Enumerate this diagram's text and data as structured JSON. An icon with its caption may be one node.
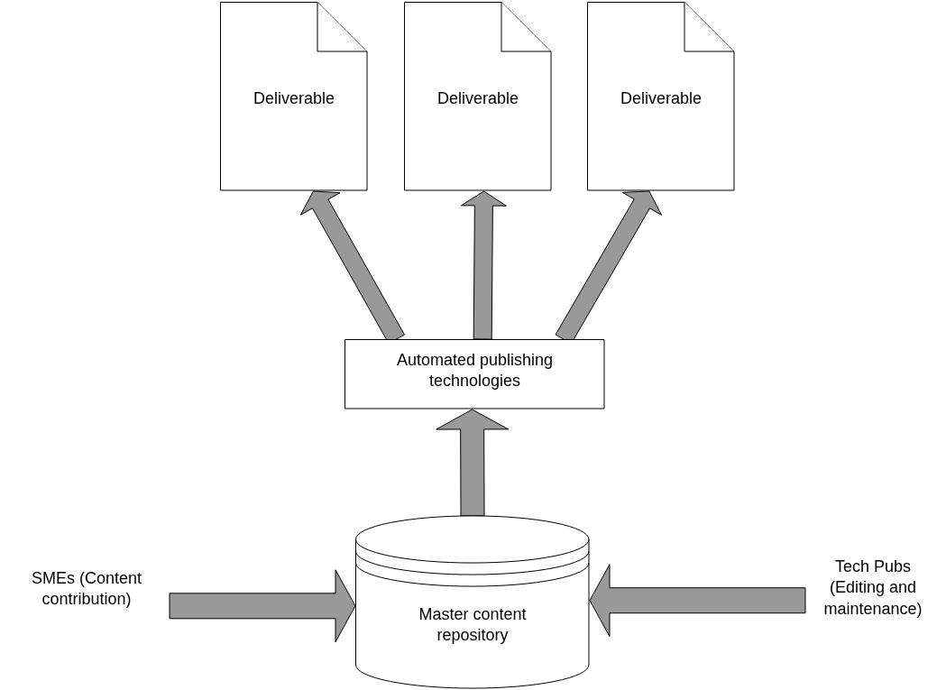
{
  "diagram": {
    "nodes": [
      {
        "text": [
          "Deliverable"
        ]
      },
      {
        "text": [
          "Deliverable"
        ]
      },
      {
        "text": [
          "Deliverable"
        ]
      },
      {
        "text": [
          "Automated publishing technologies"
        ]
      },
      {
        "text": [
          "SMEs (Content contribution)"
        ]
      },
      {
        "text": [
          "Master content repository"
        ]
      },
      {
        "text": [
          "Tech Pubs (Editing and maintenance)"
        ]
      }
    ],
    "edges": [
      {
        "from": 3,
        "to": 0,
        "arrow": "to"
      },
      {
        "from": 3,
        "to": 1,
        "arrow": "to"
      },
      {
        "from": 3,
        "to": 2,
        "arrow": "to"
      },
      {
        "from": 5,
        "to": 3,
        "arrow": "to"
      },
      {
        "from": 4,
        "to": 5,
        "arrow": "to"
      },
      {
        "from": 6,
        "to": 5,
        "arrow": "to"
      }
    ]
  }
}
